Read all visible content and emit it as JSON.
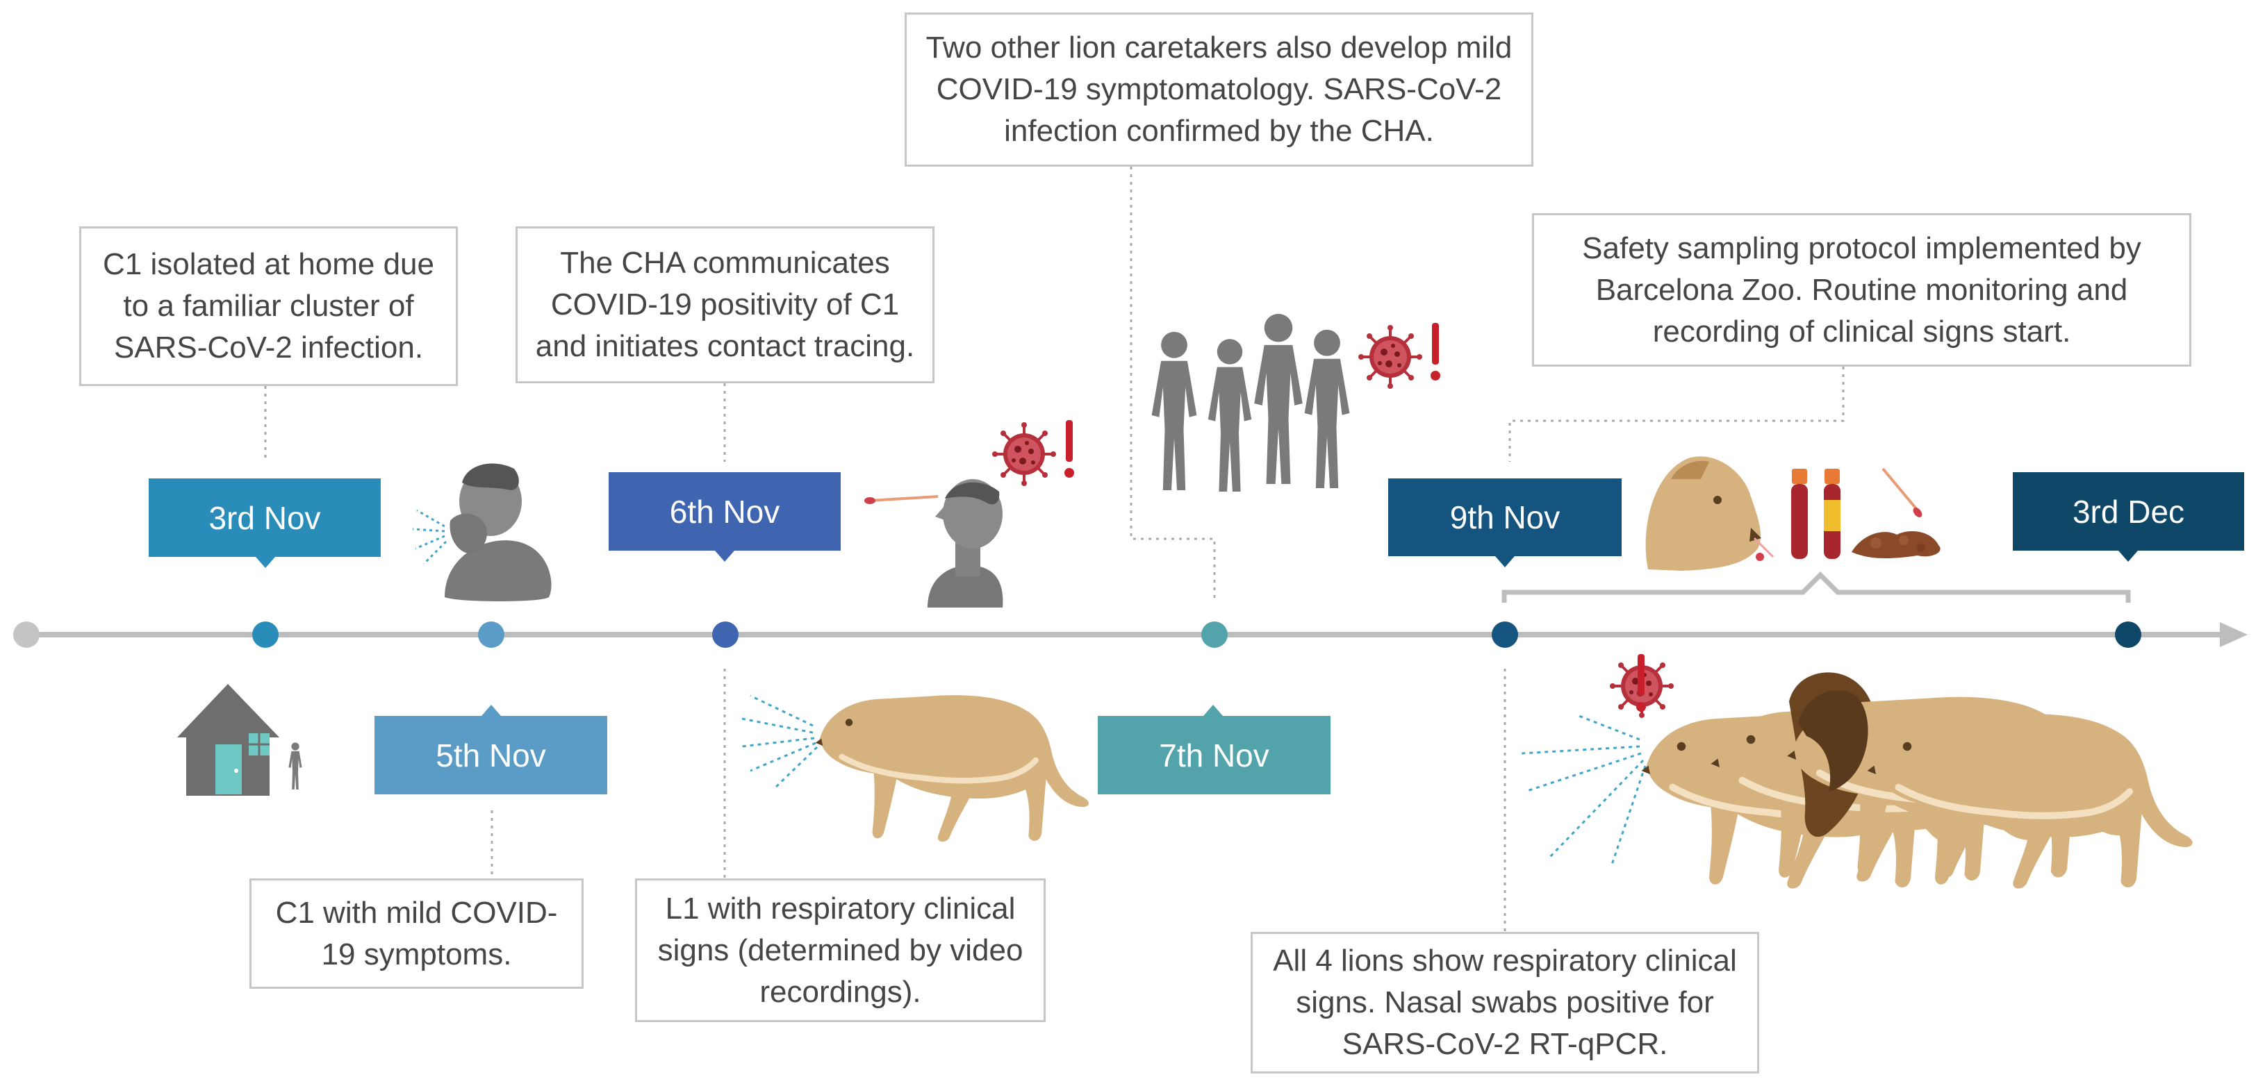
{
  "timeline": {
    "events": [
      {
        "id": "nov3",
        "label": "3rd Nov",
        "color": "#2a8cb8",
        "note": "C1 isolated at home due to a familiar cluster of SARS-CoV-2 infection."
      },
      {
        "id": "nov5",
        "label": "5th Nov",
        "color": "#5b9cc7",
        "note": "C1 with mild COVID-19 symptoms."
      },
      {
        "id": "nov6",
        "label": "6th Nov",
        "color": "#3f65b0",
        "note": "The CHA communicates COVID-19 positivity of C1 and initiates contact tracing."
      },
      {
        "id": "nov6b",
        "note": "L1 with respiratory clinical signs (determined by video recordings)."
      },
      {
        "id": "nov7",
        "label": "7th Nov",
        "color": "#53a3ab",
        "note": "Two other lion caretakers also develop mild COVID-19 symptomatology. SARS-CoV-2 infection confirmed by the CHA."
      },
      {
        "id": "nov9",
        "label": "9th Nov",
        "color": "#14547f",
        "note": "All 4 lions show respiratory clinical signs. Nasal swabs positive for SARS-CoV-2 RT-qPCR."
      },
      {
        "id": "dec3",
        "label": "3rd Dec",
        "color": "#0f4769"
      },
      {
        "id": "bracket",
        "note": "Safety sampling protocol implemented by Barcelona Zoo. Routine monitoring and recording of clinical signs start."
      }
    ]
  },
  "colors": {
    "axis": "#bdbdbd",
    "axis_start": "#c4c4c4",
    "connector": "#a9a9a9",
    "note_border": "#c7c7c7",
    "note_text": "#454545",
    "person_gray": "#7a7a7a",
    "lion_tan": "#d6b27f",
    "virus_red": "#b5303a",
    "spray_blue": "#3fa6c9"
  },
  "icons": [
    "house-icon",
    "coughing-person-icon",
    "nasal-swab-person-icon",
    "virus-icon",
    "exclamation-icon",
    "caretakers-group-icon",
    "lioness-walking-icon",
    "lion-head-swab-icon",
    "blood-tube-icon",
    "swab-icon",
    "feces-sample-icon",
    "lion-pride-icon",
    "spray-lines-icon"
  ]
}
